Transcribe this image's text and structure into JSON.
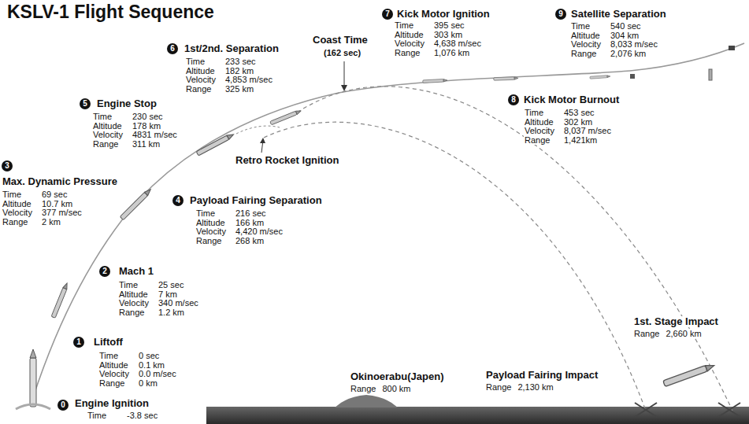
{
  "diagram": {
    "title": "KSLV-1 Flight Sequence",
    "labels": [
      "0",
      "Engine Ignition",
      "Time",
      "-3.8 sec",
      "1",
      "Liftoff",
      "Time",
      "0 sec",
      "Altitude",
      "0.1 km",
      "Velocity",
      "0.0 m/sec",
      "Range",
      "0 km",
      "2",
      "Mach 1",
      "Time",
      "25 sec",
      "Altitude",
      "7 km",
      "Velocity",
      "340 m/sec",
      "Range",
      "1.2 km",
      "3",
      "Max. Dynamic Pressure",
      "Time",
      "69 sec",
      "Altitude",
      "10.7 km",
      "Velocity",
      "377 m/sec",
      "Range",
      "2 km",
      "4",
      "Payload Fairing Separation",
      "Time",
      "216 sec",
      "Altitude",
      "166 km",
      "Velocity",
      "4,420 m/sec",
      "Range",
      "268 km",
      "5",
      "Engine Stop",
      "Time",
      "230 sec",
      "Altitude",
      "178 km",
      "Velocity",
      "4831 m/sec",
      "Range",
      "311 km",
      "6",
      "1st/2nd. Separation",
      "Time",
      "233 sec",
      "Altitude",
      "182 km",
      "Velocity",
      "4,853 m/sec",
      "Range",
      "325 km",
      "7",
      "Kick Motor Ignition",
      "Time",
      "395 sec",
      "Altitude",
      "303 km",
      "Velocity",
      "4,638 m/sec",
      "Range",
      "1,076 km",
      "8",
      "Kick Motor Burnout",
      "Time",
      "453 sec",
      "Altitude",
      "302 km",
      "Velocity",
      "8,037 m/sec",
      "Range",
      "1,421km",
      "9",
      "Satellite Separation",
      "Time",
      "540 sec",
      "Altitude",
      "304 km",
      "Velocity",
      "8,033 m/sec",
      "Range",
      "2,076 km",
      "Coast Time",
      "(162 sec)",
      "Retro Rocket Ignition",
      "Okinoerabu(Japen)",
      "Range",
      "800 km",
      "Payload Fairing Impact",
      "Range",
      "2,130 km",
      "1st. Stage Impact",
      "Range",
      "2,660 km"
    ]
  }
}
